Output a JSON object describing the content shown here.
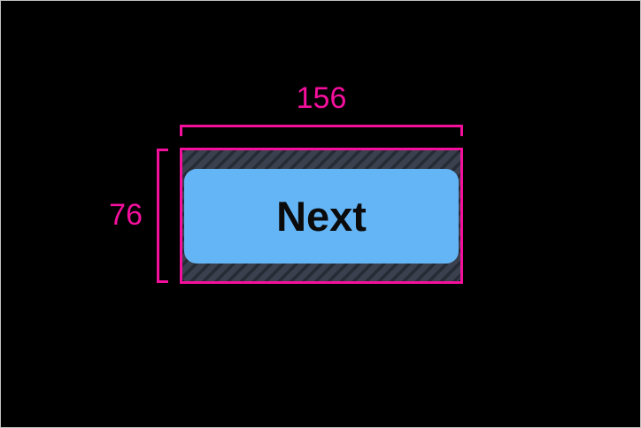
{
  "screen": {
    "background": "#000000",
    "border_color": "#c2c2c2"
  },
  "measurement_overlay": {
    "accent_color": "#f50f9d",
    "width_value": "156",
    "height_value": "76"
  },
  "widget": {
    "button": {
      "label": "Next",
      "background": "#64b5f6",
      "text_color": "#0b0b0b"
    },
    "padding": {
      "background": "#3a404d",
      "stripe_color": "#262b35"
    }
  }
}
